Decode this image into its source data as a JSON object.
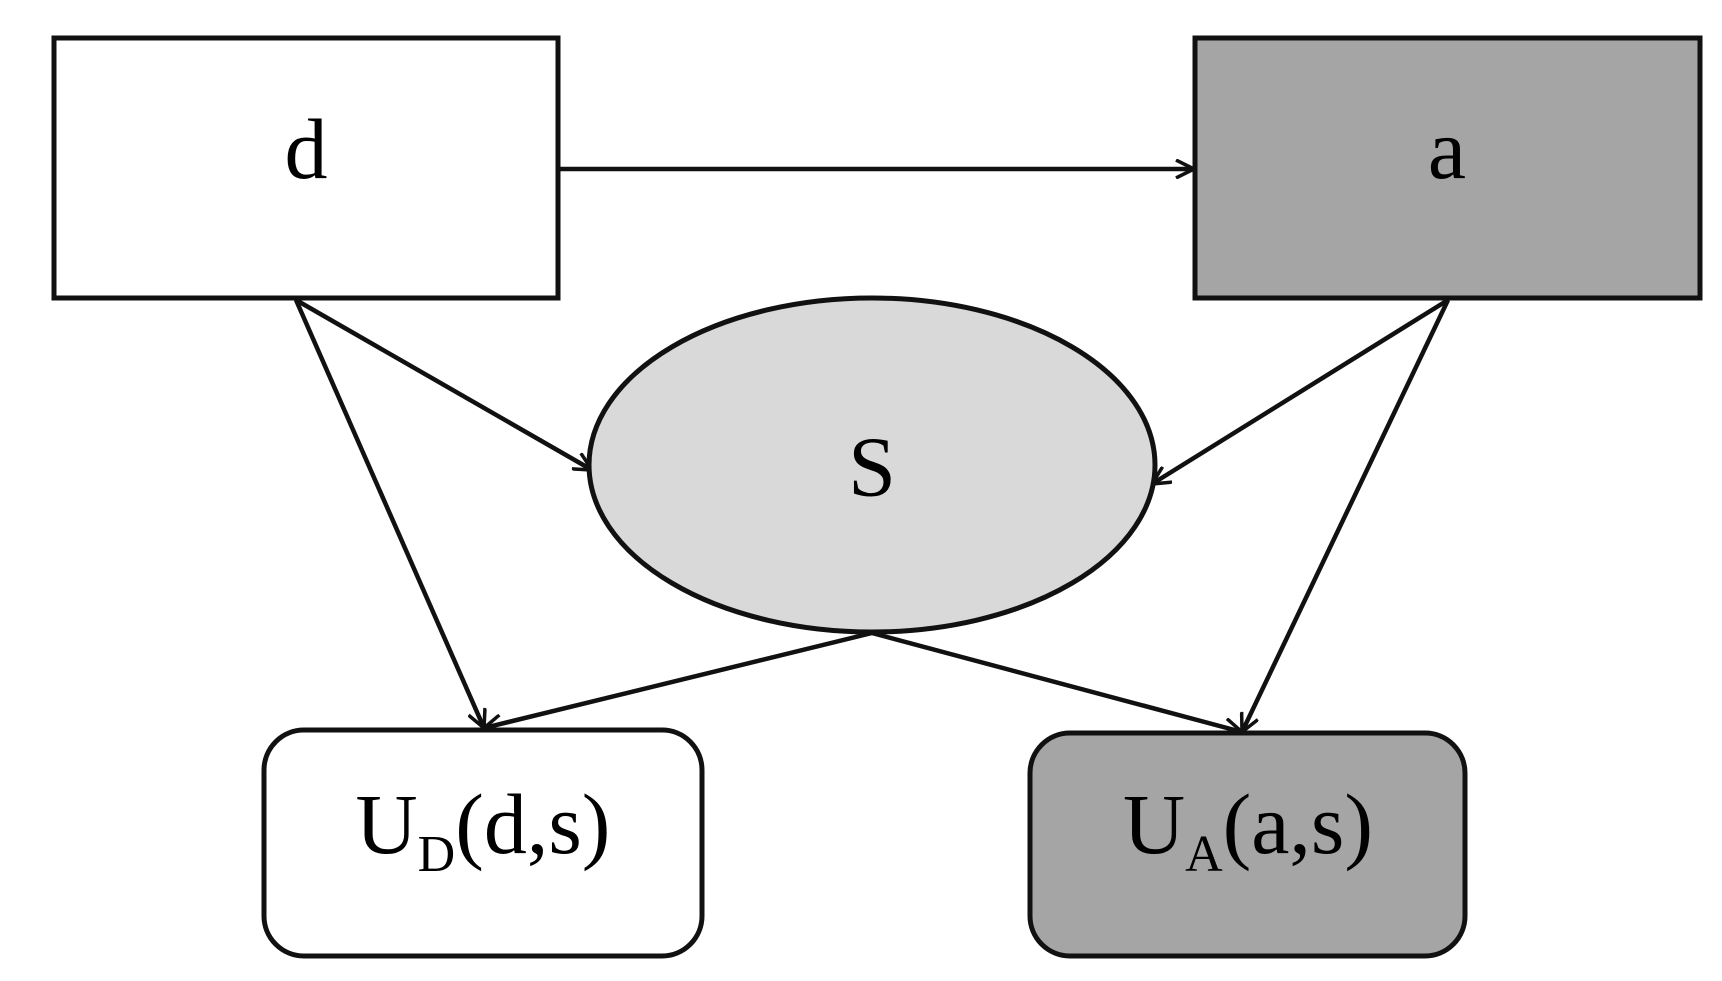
{
  "diagram": {
    "nodes": {
      "d": {
        "label": "d"
      },
      "a": {
        "label": "a"
      },
      "s": {
        "label": "S"
      },
      "ud": {
        "base": "U",
        "subscript": "D",
        "args": "(d,s)"
      },
      "ua": {
        "base": "U",
        "subscript": "A",
        "args": "(a,s)"
      }
    },
    "edges": [
      {
        "from": "d",
        "to": "a"
      },
      {
        "from": "d",
        "to": "s"
      },
      {
        "from": "d",
        "to": "ud"
      },
      {
        "from": "a",
        "to": "s"
      },
      {
        "from": "a",
        "to": "ua"
      },
      {
        "from": "s",
        "to": "ud"
      },
      {
        "from": "s",
        "to": "ua"
      }
    ],
    "colors": {
      "stroke": "#111111",
      "white_fill": "#ffffff",
      "dark_fill": "#a5a5a5",
      "light_fill": "#d9d9d9"
    }
  }
}
